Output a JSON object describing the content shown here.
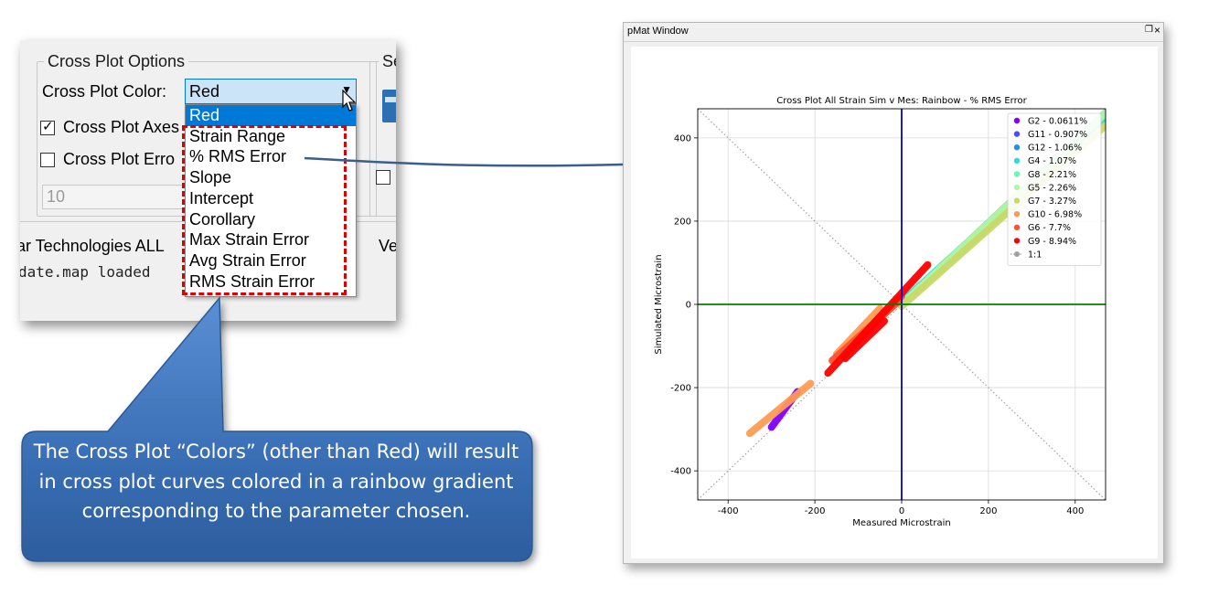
{
  "dialog": {
    "group_title": "Cross Plot Options",
    "group2_title": "Se",
    "color_label": "Cross Plot Color:",
    "color_value": "Red",
    "axes_checkbox": {
      "label": "Cross Plot Axes",
      "checked": true
    },
    "error_checkbox": {
      "label": "Cross Plot Erro",
      "checked": false
    },
    "number_value": "10",
    "status_left": "ar Technologies  ALL",
    "status_right": "Ve",
    "log_text": "date.map loaded"
  },
  "dropdown": {
    "items": [
      "Red",
      "Strain Range",
      "% RMS Error",
      "Slope",
      "Intercept",
      "Corollary",
      "Max Strain Error",
      "Avg Strain Error",
      "RMS Strain Error"
    ],
    "selected": "Red"
  },
  "callout": {
    "text": "The Cross Plot “Colors” (other than Red) will result in cross plot curves colored in a rainbow gradient corresponding to the parameter chosen.",
    "fill": "#3d73b8"
  },
  "pmat_window": {
    "title": "pMat Window",
    "float_icon": "restore-icon",
    "close_icon": "close-icon"
  },
  "chart_data": {
    "type": "scatter",
    "title": "Cross Plot All Strain Sim v Mes: Rainbow - % RMS Error",
    "xlabel": "Measured Microstrain",
    "ylabel": "Simulated Microstrain",
    "xlim": [
      -470,
      470
    ],
    "ylim": [
      -470,
      470
    ],
    "xticks": [
      -400,
      -200,
      0,
      200,
      400
    ],
    "yticks": [
      -400,
      -200,
      0,
      200,
      400
    ],
    "grid": true,
    "vline_x": 0,
    "vline_color": "#0000cc",
    "hline_y": 0,
    "hline_color": "#008000",
    "reference": {
      "name": "1:1",
      "color": "#a0a0a0",
      "style": "dotted"
    },
    "legend_position": "upper right",
    "series": [
      {
        "name": "G2 - 0.0611%",
        "color": "#8000ff",
        "segments": [
          [
            -300,
            -295,
            -240,
            -210
          ]
        ]
      },
      {
        "name": "G11 -  0.907%",
        "color": "#4d4df7",
        "segments": [
          [
            0,
            0,
            470,
            460
          ]
        ]
      },
      {
        "name": "G12 -   1.06%",
        "color": "#1a96f0",
        "segments": [
          [
            0,
            0,
            470,
            460
          ]
        ]
      },
      {
        "name": "G4 -   1.07%",
        "color": "#2adddd",
        "segments": [
          [
            0,
            5,
            470,
            450
          ]
        ]
      },
      {
        "name": "G8 -   2.21%",
        "color": "#66fab4",
        "segments": [
          [
            30,
            30,
            400,
            370
          ]
        ]
      },
      {
        "name": "G5 -   2.26%",
        "color": "#b4f5a0",
        "segments": [
          [
            0,
            0,
            470,
            460
          ]
        ]
      },
      {
        "name": "G7 -   3.27%",
        "color": "#cad96a",
        "segments": [
          [
            0,
            -5,
            470,
            430
          ]
        ]
      },
      {
        "name": "G10 -   6.98%",
        "color": "#ff9b55",
        "segments": [
          [
            -350,
            -310,
            -210,
            -190
          ],
          [
            -150,
            -120,
            -50,
            -10
          ]
        ]
      },
      {
        "name": "G6 -    7.7%",
        "color": "#ff5030",
        "segments": [
          [
            -160,
            -135,
            -10,
            5
          ],
          [
            -70,
            -55,
            0,
            20
          ]
        ]
      },
      {
        "name": "G9 -   8.94%",
        "color": "#ff0000",
        "segments": [
          [
            -170,
            -165,
            60,
            95
          ],
          [
            -130,
            -130,
            -40,
            -40
          ]
        ]
      }
    ]
  }
}
